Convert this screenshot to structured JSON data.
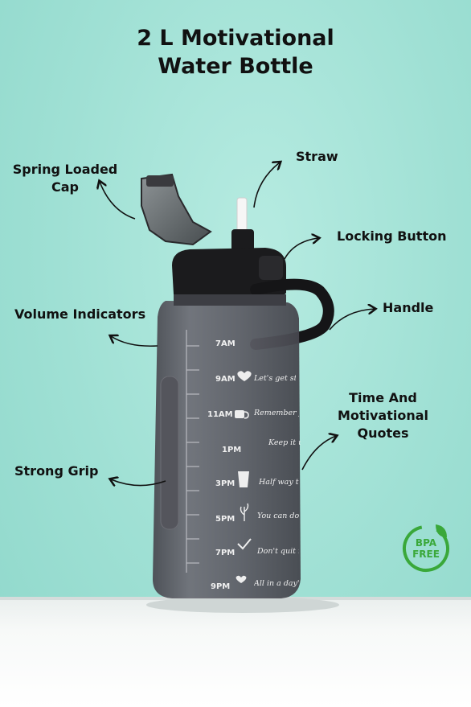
{
  "title_line1": "2 L Motivational",
  "title_line2": "Water Bottle",
  "callouts": {
    "cap_line1": "Spring Loaded",
    "cap_line2": "Cap",
    "straw": "Straw",
    "locking": "Locking Button",
    "volume": "Volume Indicators",
    "handle": "Handle",
    "time_line1": "Time And",
    "time_line2": "Motivational",
    "time_line3": "Quotes",
    "grip": "Strong Grip"
  },
  "badge": {
    "line1": "BPA",
    "line2": "FREE"
  },
  "schedule": [
    {
      "time": "7AM",
      "quote": ""
    },
    {
      "time": "9AM",
      "quote": "Let's get started"
    },
    {
      "time": "11AM",
      "quote": "Remember your goal"
    },
    {
      "time": "1PM",
      "quote": "Keep it up"
    },
    {
      "time": "3PM",
      "quote": "Half way there"
    },
    {
      "time": "5PM",
      "quote": "You can do this"
    },
    {
      "time": "7PM",
      "quote": "Don't quit now"
    },
    {
      "time": "9PM",
      "quote": "All in a day's work"
    }
  ],
  "colors": {
    "background": "#9fe0d4",
    "bottle": "#5e5f66",
    "cap": "#1b1b1d",
    "badge": "#3aa83a"
  }
}
